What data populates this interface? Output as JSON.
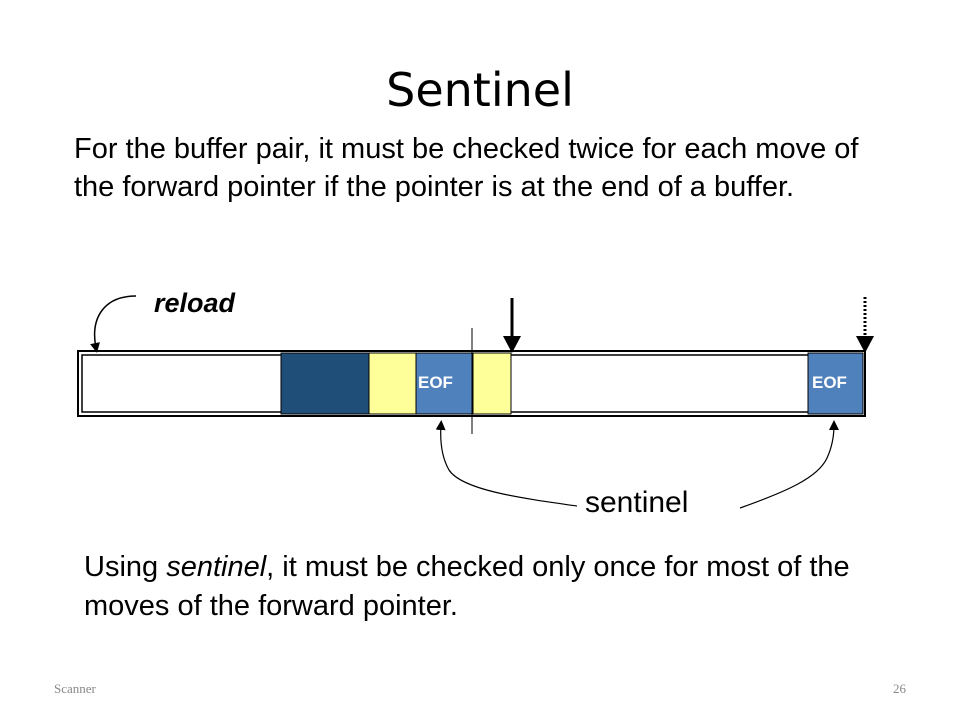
{
  "slide": {
    "title": "Sentinel",
    "intro": "For the buffer pair, it must be checked twice for each move of the forward pointer if the pointer is at the end of a buffer.",
    "sentinel_paragraph": {
      "prefix": "Using ",
      "emphasis": "sentinel",
      "suffix": ", it must be checked only once for most of the moves of the forward pointer."
    }
  },
  "diagram": {
    "reload_label": "reload",
    "sentinel_label": "sentinel",
    "eof_labels": [
      "EOF",
      "EOF"
    ],
    "colors": {
      "dark_block": "#1f4e79",
      "eof_block": "#4f81bd",
      "yellow_block": "#ffff99",
      "outline": "#000000"
    }
  },
  "footer": {
    "left": "Scanner",
    "page_number": "26"
  }
}
